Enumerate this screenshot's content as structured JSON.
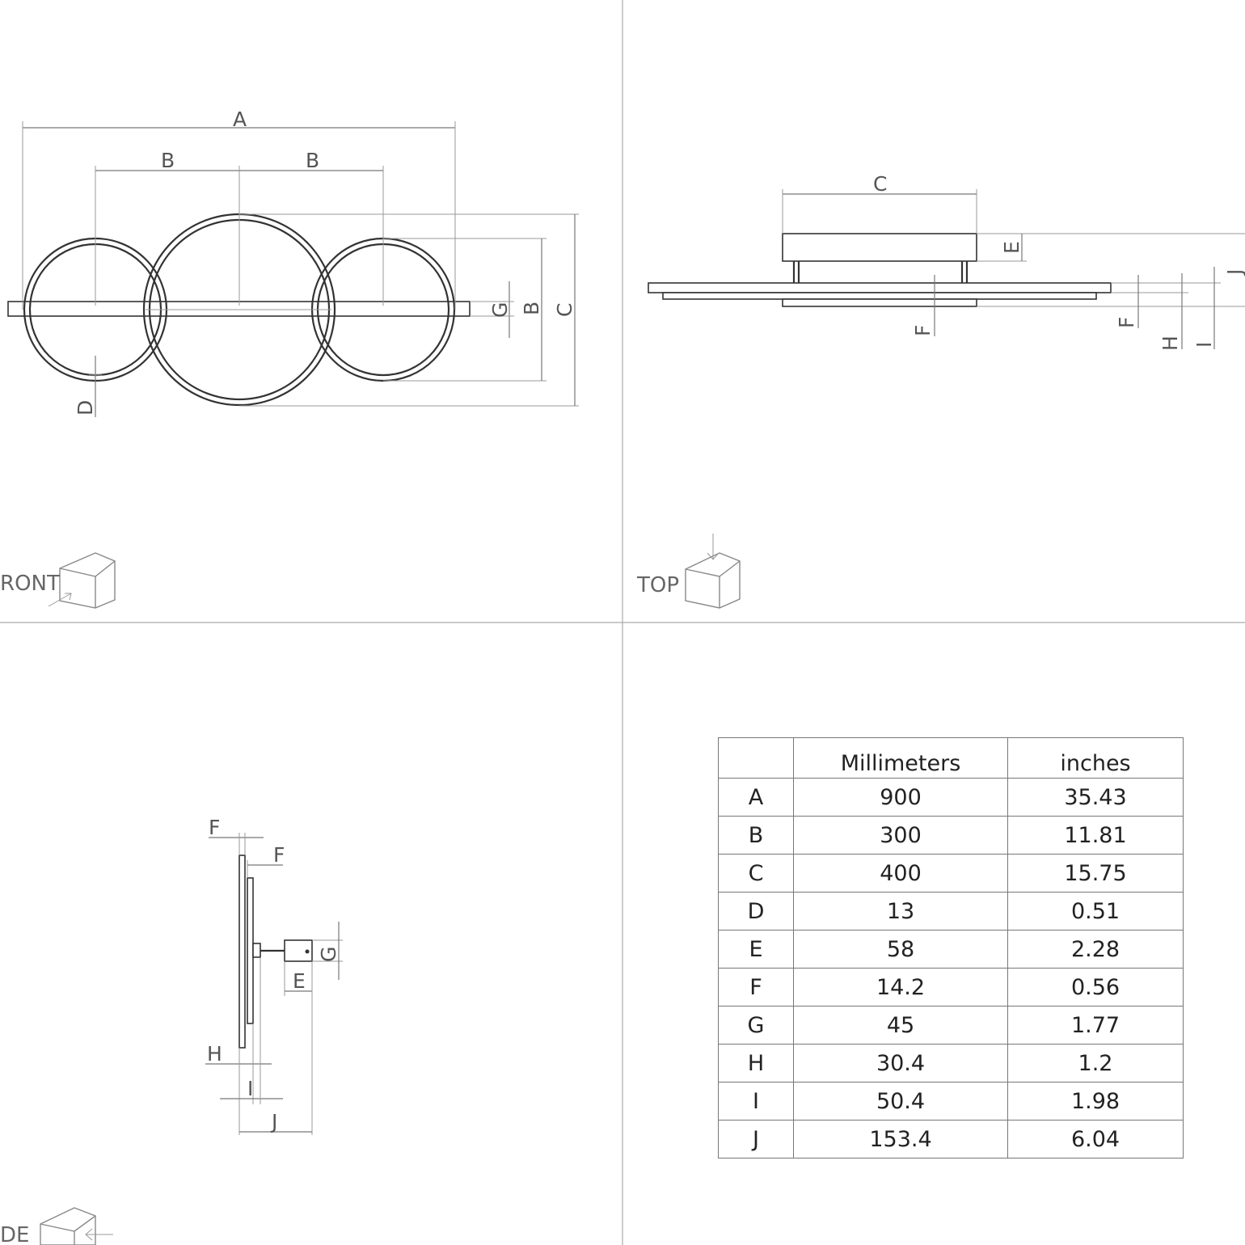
{
  "views": {
    "front": {
      "label": "RONT"
    },
    "top": {
      "label": "TOP"
    },
    "side": {
      "label": "DE"
    }
  },
  "dimension_letters": {
    "A": "A",
    "B": "B",
    "C": "C",
    "D": "D",
    "E": "E",
    "F": "F",
    "G": "G",
    "H": "H",
    "I": "I",
    "J": "J"
  },
  "table": {
    "headers": [
      "",
      "Millimeters",
      "inches"
    ],
    "rows": [
      {
        "key": "A",
        "mm": "900",
        "in": "35.43"
      },
      {
        "key": "B",
        "mm": "300",
        "in": "11.81"
      },
      {
        "key": "C",
        "mm": "400",
        "in": "15.75"
      },
      {
        "key": "D",
        "mm": "13",
        "in": "0.51"
      },
      {
        "key": "E",
        "mm": "58",
        "in": "2.28"
      },
      {
        "key": "F",
        "mm": "14.2",
        "in": "0.56"
      },
      {
        "key": "G",
        "mm": "45",
        "in": "1.77"
      },
      {
        "key": "H",
        "mm": "30.4",
        "in": "1.2"
      },
      {
        "key": "I",
        "mm": "50.4",
        "in": "1.98"
      },
      {
        "key": "J",
        "mm": "153.4",
        "in": "6.04"
      }
    ]
  }
}
